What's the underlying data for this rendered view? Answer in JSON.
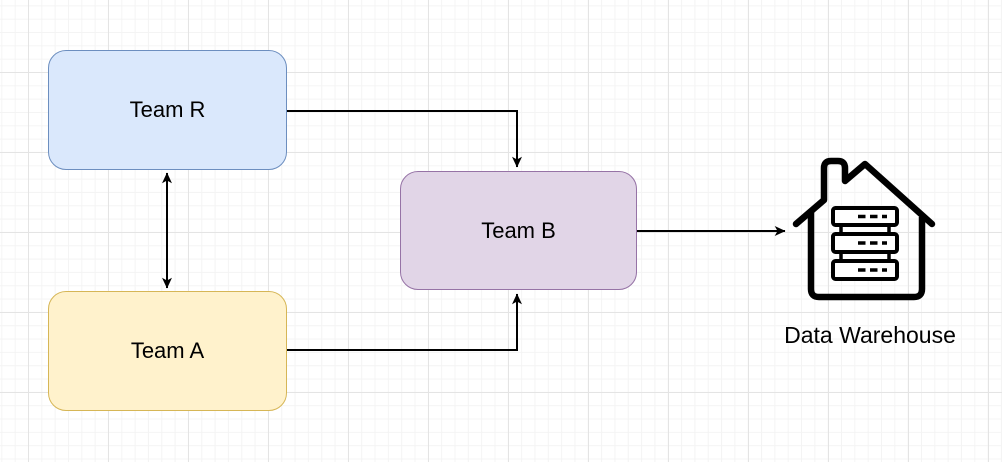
{
  "canvas": {
    "background_color": "#ffffff",
    "grid_minor_color": "#f4f4f4",
    "grid_major_color": "#e4e4e4"
  },
  "nodes": [
    {
      "id": "team-r",
      "label": "Team R",
      "fill": "#dae8fc",
      "stroke": "#6c8ebf"
    },
    {
      "id": "team-a",
      "label": "Team A",
      "fill": "#fff2cc",
      "stroke": "#d6b656"
    },
    {
      "id": "team-b",
      "label": "Team B",
      "fill": "#e1d5e7",
      "stroke": "#9673a6"
    }
  ],
  "warehouse": {
    "label": "Data Warehouse",
    "icon": "house-with-server-stack",
    "icon_color": "#000000"
  },
  "edges": {
    "color": "#000000",
    "items": [
      {
        "from": "Team R",
        "to": "Team B",
        "style": "orthogonal",
        "arrows": "end"
      },
      {
        "from": "Team A",
        "to": "Team B",
        "style": "orthogonal",
        "arrows": "end"
      },
      {
        "from": "Team R",
        "to": "Team A",
        "style": "straight",
        "arrows": "both"
      },
      {
        "from": "Team B",
        "to": "Data Warehouse",
        "style": "straight",
        "arrows": "end"
      }
    ]
  }
}
